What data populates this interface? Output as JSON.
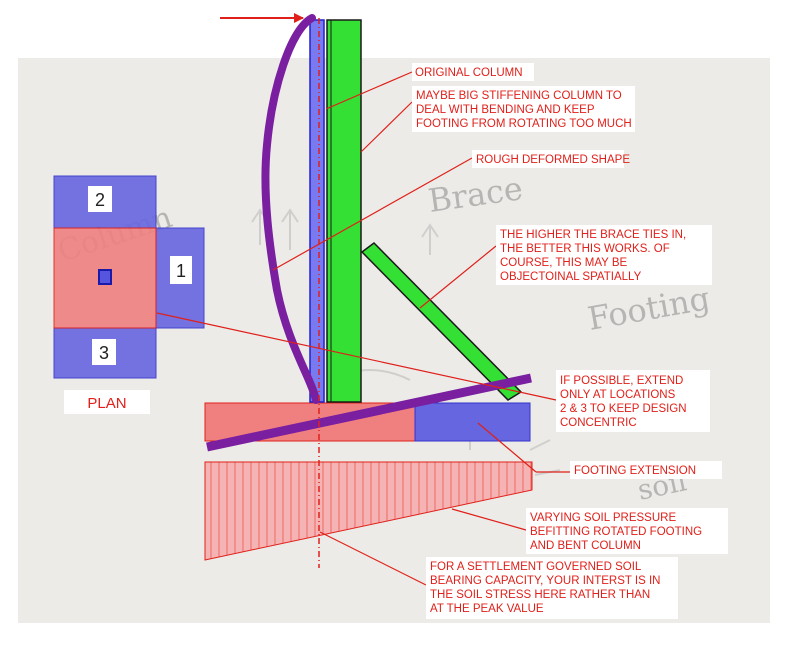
{
  "labels": {
    "original_column": [
      "ORIGINAL COLUMN"
    ],
    "stiffening_column": [
      "MAYBE BIG STIFFENING COLUMN TO",
      "DEAL WITH BENDING AND KEEP",
      "FOOTING FROM ROTATING TOO MUCH"
    ],
    "deformed_shape": [
      "ROUGH DEFORMED SHAPE"
    ],
    "brace": [
      "THE HIGHER THE BRACE TIES IN,",
      "THE BETTER THIS WORKS.  OF",
      "COURSE, THIS MAY BE",
      "OBJECTOINAL SPATIALLY"
    ],
    "extend": [
      "IF POSSIBLE, EXTEND",
      "ONLY AT LOCATIONS",
      "2 & 3 TO KEEP DESIGN",
      "CONCENTRIC"
    ],
    "footing_extension": [
      "FOOTING EXTENSION"
    ],
    "soil_pressure": [
      "VARYING SOIL PRESSURE",
      "BEFITTING ROTATED FOOTING",
      "AND BENT COLUMN"
    ],
    "settlement": [
      "FOR A SETTLEMENT GOVERNED SOIL",
      "BEARING CAPACITY, YOUR INTERST IS IN",
      "THE SOIL STRESS HERE RATHER THAN",
      "AT THE PEAK VALUE"
    ]
  },
  "plan": {
    "title": "PLAN",
    "location_2": "2",
    "location_1": "1",
    "location_3": "3"
  },
  "sketch_words": {
    "column": "Column",
    "brace": "Brace",
    "footing": "Footing",
    "soil": "soil"
  },
  "colors": {
    "red_annotation": "#e0201a",
    "footing_red": "#f08080",
    "extension_blue": "#6666e0",
    "stiffener_green": "#33e033",
    "deformed_purple": "#7a1fa0",
    "column_blue": "#4444dd"
  }
}
